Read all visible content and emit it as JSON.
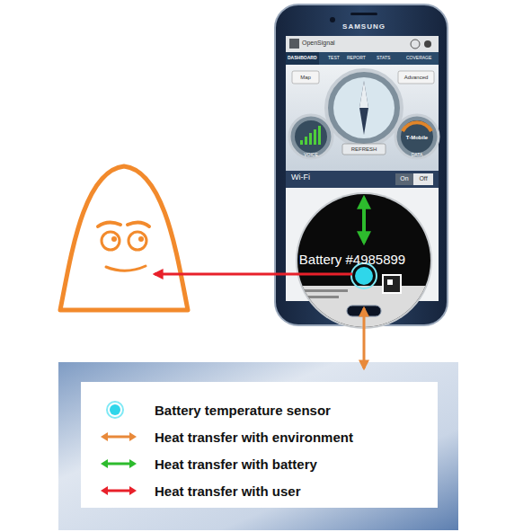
{
  "diagram": {
    "labels": [
      "SAMSUNG",
      "OpenSignal",
      "DASHBOARD",
      "TEST",
      "REPORT",
      "STATS",
      "COVERAGE",
      "Map",
      "Advanced",
      "VOICE",
      "T-Mobile",
      "DATA",
      "REFRESH",
      "Wi-Fi",
      "On",
      "Off",
      "Battery #4985899"
    ],
    "legend": [
      {
        "text": "Battery temperature sensor"
      },
      {
        "text": "Heat transfer with environment"
      },
      {
        "text": "Heat transfer with battery"
      },
      {
        "text": "Heat transfer with user"
      }
    ]
  }
}
